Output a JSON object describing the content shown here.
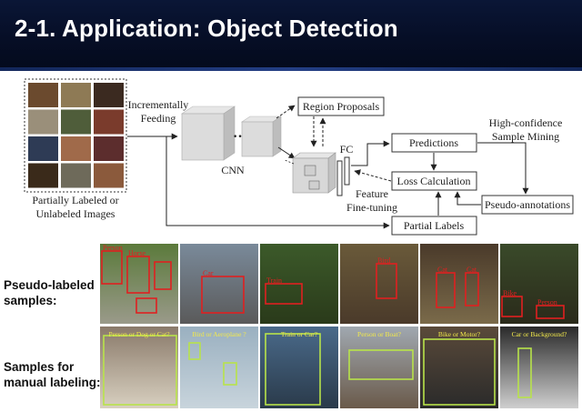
{
  "slide": {
    "title": "2-1. Application: Object Detection"
  },
  "pipeline": {
    "input_caption_line1": "Partially Labeled or",
    "input_caption_line2": "Unlabeled Images",
    "feed_label_line1": "Incrementally",
    "feed_label_line2": "Feeding",
    "cnn_label": "CNN",
    "region_proposals": "Region Proposals",
    "fc_label": "FC",
    "predictions": "Predictions",
    "loss_calculation": "Loss Calculation",
    "feature_ft_line1": "Feature",
    "feature_ft_line2": "Fine-tuning",
    "partial_labels": "Partial Labels",
    "pseudo_annotations": "Pseudo-annotations",
    "high_conf_line1": "High-confidence",
    "high_conf_line2": "Sample Mining"
  },
  "rows": {
    "pseudo_label_line1": "Pseudo-labeled",
    "pseudo_label_line2": "samples:",
    "manual_label_line1": "Samples for",
    "manual_label_line2": "manual labeling:"
  },
  "pseudo_samples": [
    {
      "tags": [
        "Person",
        "Horse"
      ]
    },
    {
      "tags": [
        "Car"
      ]
    },
    {
      "tags": [
        "Train"
      ]
    },
    {
      "tags": [
        "Bird"
      ]
    },
    {
      "tags": [
        "Cat",
        "Cat"
      ]
    },
    {
      "tags": [
        "Bike",
        "Person"
      ]
    }
  ],
  "manual_samples": [
    {
      "question": "Person or Dog or Cat?"
    },
    {
      "question": "Bird or Aeroplane ?"
    },
    {
      "question": "Train or Car?"
    },
    {
      "question": "Person or Boat?"
    },
    {
      "question": "Bike or Motor?"
    },
    {
      "question": "Car or Background?"
    }
  ],
  "colors": {
    "title_bg": "#060e26",
    "pseudo_box": "#e02020",
    "manual_box": "#b8e34a",
    "manual_text": "#f2e94a"
  }
}
